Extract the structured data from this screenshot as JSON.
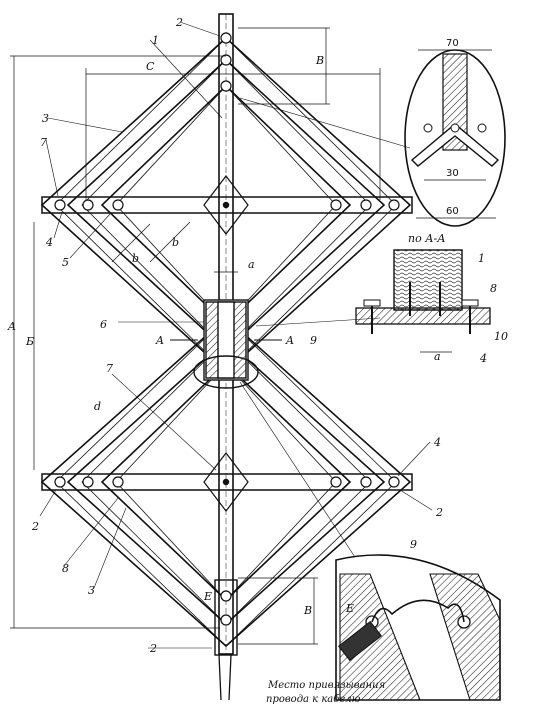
{
  "diagram": {
    "labels": {
      "n1": "1",
      "n2": "2",
      "n3": "3",
      "n4": "4",
      "n5": "5",
      "n6": "6",
      "n7": "7",
      "n8": "8",
      "n9": "9",
      "n10": "10",
      "A": "A",
      "B": "Б",
      "C": "C",
      "V": "В",
      "a": "a",
      "b": "b",
      "d": "d",
      "E": "E",
      "section": "по А-А"
    },
    "detail_top": {
      "w70": "70",
      "w30": "30",
      "w60": "60"
    },
    "caption": [
      "Место привязывания",
      "провода к кабелю"
    ]
  }
}
